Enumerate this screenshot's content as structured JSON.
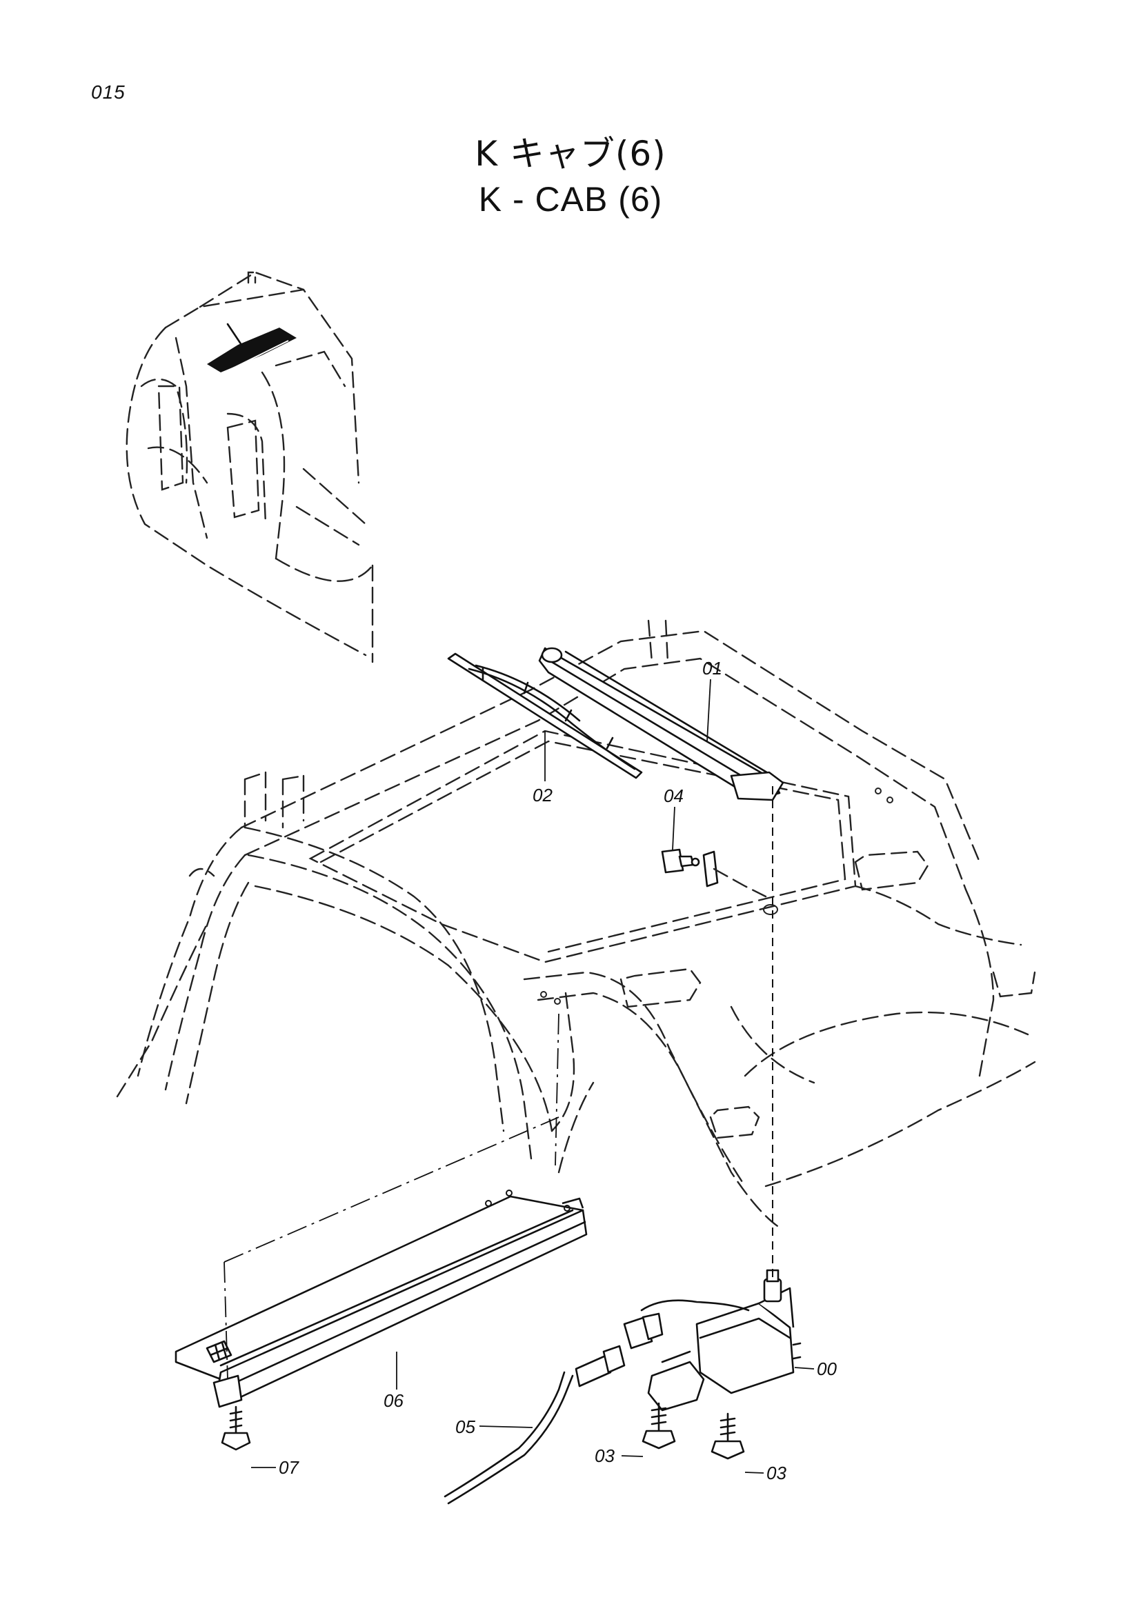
{
  "page_number": "015",
  "title": {
    "japanese": "K キャブ(6)",
    "english": "K - CAB (6)"
  },
  "part_labels": {
    "p00": "00",
    "p01": "01",
    "p02": "02",
    "p03a": "03",
    "p03b": "03",
    "p04": "04",
    "p05": "05",
    "p06": "06",
    "p07": "07"
  }
}
